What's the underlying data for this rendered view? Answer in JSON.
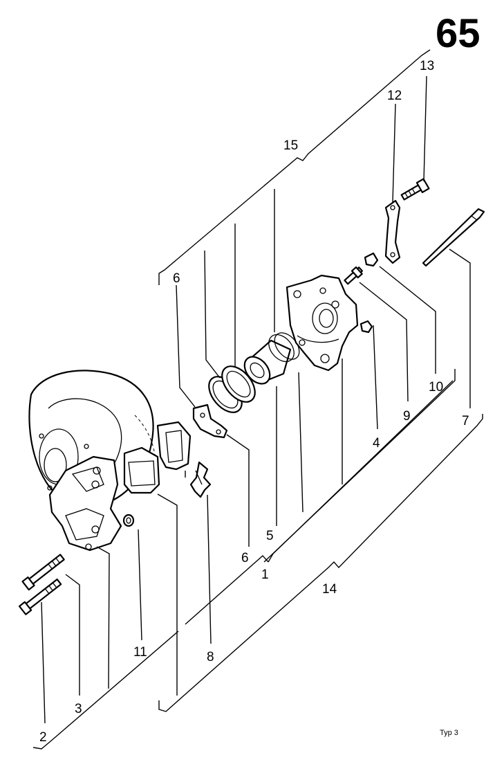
{
  "page_number": "65",
  "footer_label": "Typ 3",
  "callouts": {
    "c1": "1",
    "c2": "2",
    "c3": "3",
    "c4": "4",
    "c5": "5",
    "c6a": "6",
    "c6b": "6",
    "c7": "7",
    "c8": "8",
    "c9": "9",
    "c10": "10",
    "c11": "11",
    "c12": "12",
    "c13": "13",
    "c14": "14",
    "c15": "15"
  }
}
